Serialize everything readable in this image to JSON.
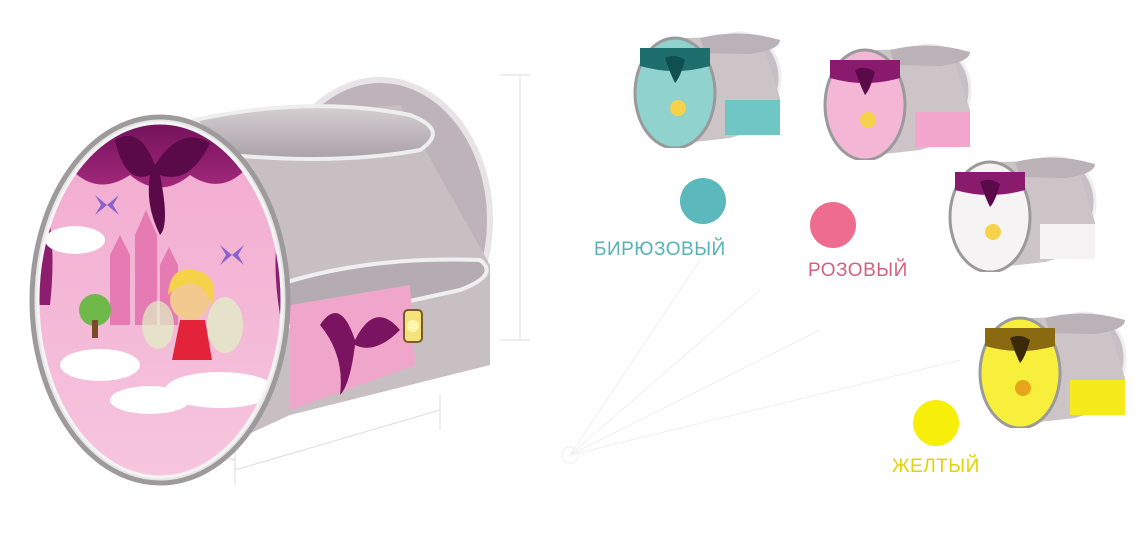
{
  "colors": [
    {
      "label": "БИРЮЗОВЫЙ",
      "hex": "#5bb8bc",
      "text_hex": "#55b3b7"
    },
    {
      "label": "РОЗОВЫЙ",
      "hex": "#ee6d8f",
      "text_hex": "#d4607d"
    },
    {
      "label": "ЖЕЛТЫЙ",
      "hex": "#f7ef0a",
      "text_hex": "#e3d300"
    }
  ],
  "icons": {
    "main": "fairy-nightstand-main-icon",
    "variants": [
      "nightstand-turquoise-icon",
      "nightstand-pink-icon",
      "nightstand-white-icon",
      "nightstand-yellow-icon"
    ]
  }
}
